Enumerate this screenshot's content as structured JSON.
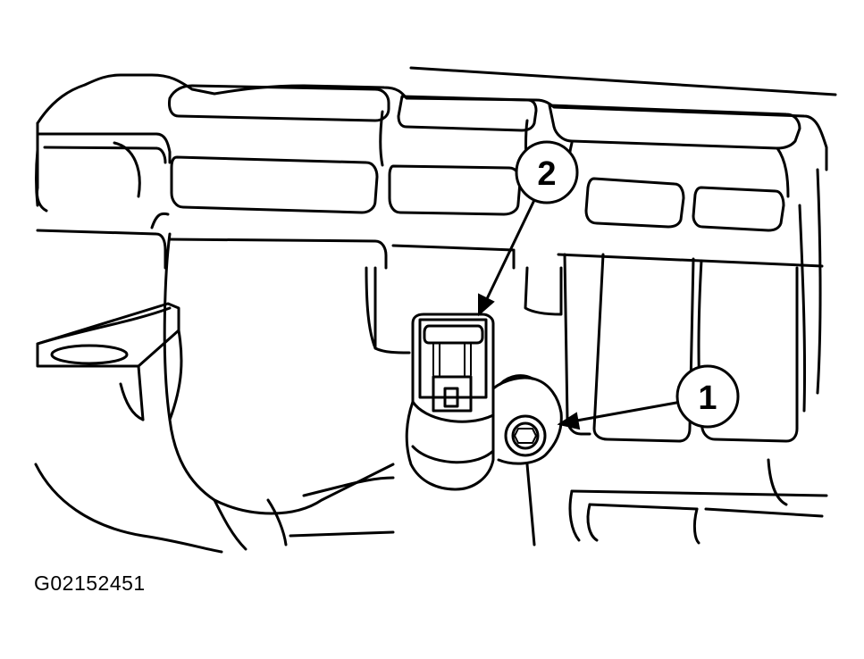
{
  "figure": {
    "code": "G02152451"
  },
  "callouts": [
    {
      "id": "1",
      "label": "1"
    },
    {
      "id": "2",
      "label": "2"
    }
  ],
  "colors": {
    "line": "#000000",
    "background": "#ffffff"
  }
}
